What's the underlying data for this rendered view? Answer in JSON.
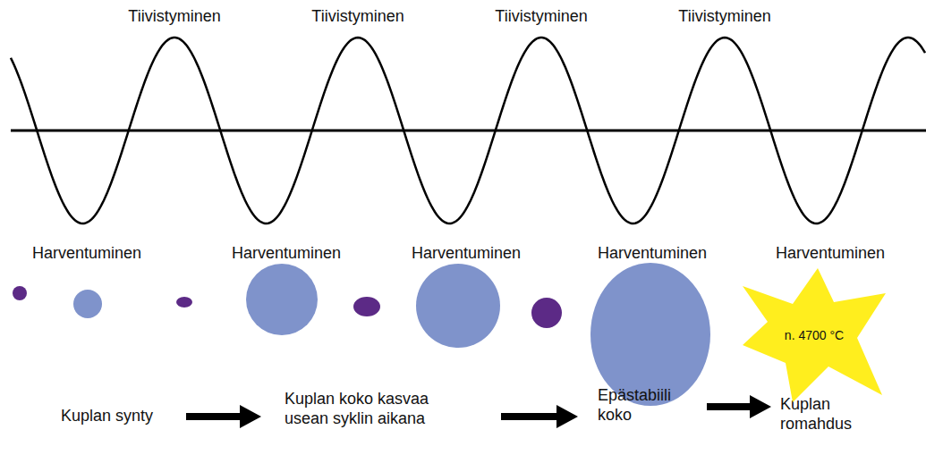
{
  "diagram": {
    "nodes": [
      {
        "text": [
          "n. 4700 °C"
        ]
      }
    ],
    "labels": [
      "Tiivistyminen",
      "Tiivistyminen",
      "Tiivistyminen",
      "Tiivistyminen",
      "Harventuminen",
      "Harventuminen",
      "Harventuminen",
      "Harventuminen",
      "Harventuminen",
      "Kuplan synty",
      "Kuplan koko kasvaa usean syklin aikana",
      "Epästabiili koko",
      "Kuplan romahdus"
    ]
  }
}
